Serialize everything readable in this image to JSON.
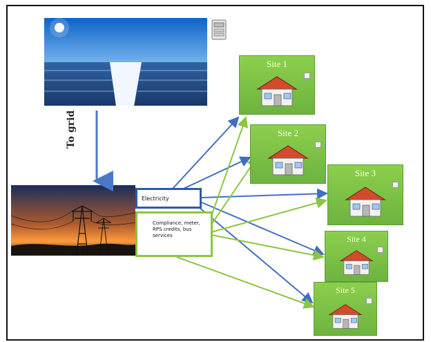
{
  "diagram": {
    "to_grid_label": "To grid",
    "electricity_box_text": "Electricity",
    "compliance_box_text": "Compliance, meter, RPS credits, bus services",
    "sites": [
      {
        "label": "Site 1"
      },
      {
        "label": "Site 2"
      },
      {
        "label": "Site 3"
      },
      {
        "label": "Site 4"
      },
      {
        "label": "Site 5"
      }
    ],
    "colors": {
      "electricity_arrow": "#3f6fc0",
      "compliance_arrow": "#8cc63f",
      "site_fill": "#7bbf45"
    }
  }
}
